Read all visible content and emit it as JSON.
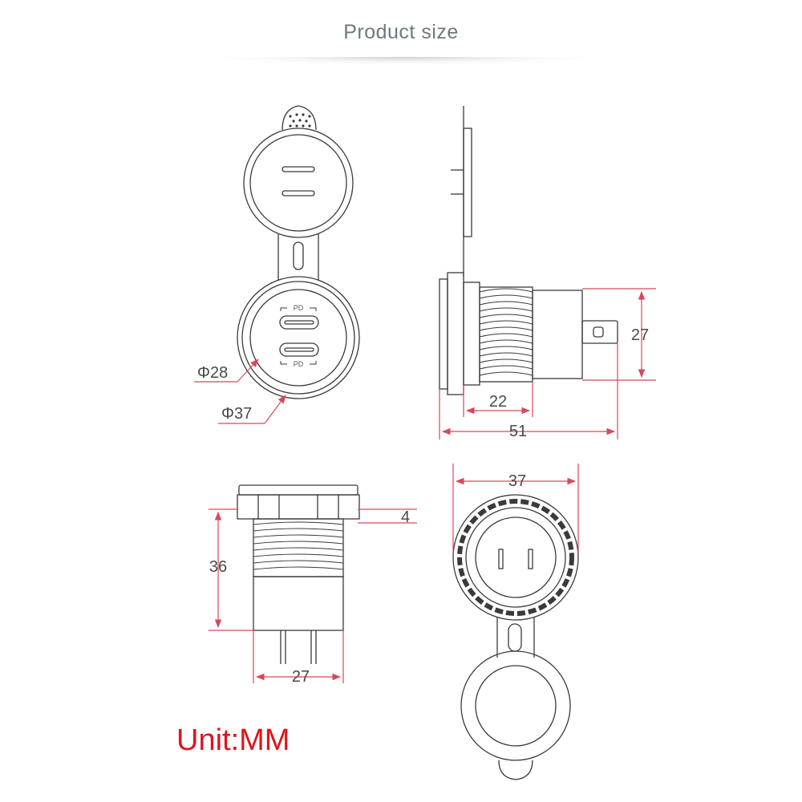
{
  "title": "Product size",
  "unit_label": "Unit:MM",
  "front_view": {
    "port_label_top": "PD",
    "port_label_bottom": "PD",
    "dim_inner_diameter": "Φ28",
    "dim_outer_diameter": "Φ37"
  },
  "side_view": {
    "dim_height": "27",
    "dim_thread": "22",
    "dim_length": "51"
  },
  "bottom_view": {
    "dim_flange": "4",
    "dim_height": "36",
    "dim_width": "27"
  },
  "rear_view": {
    "dim_diameter": "37"
  },
  "colors": {
    "line": "#3a3a3a",
    "dimension": "#d9475a",
    "title": "#6c7a80",
    "unit": "#e0141c"
  }
}
